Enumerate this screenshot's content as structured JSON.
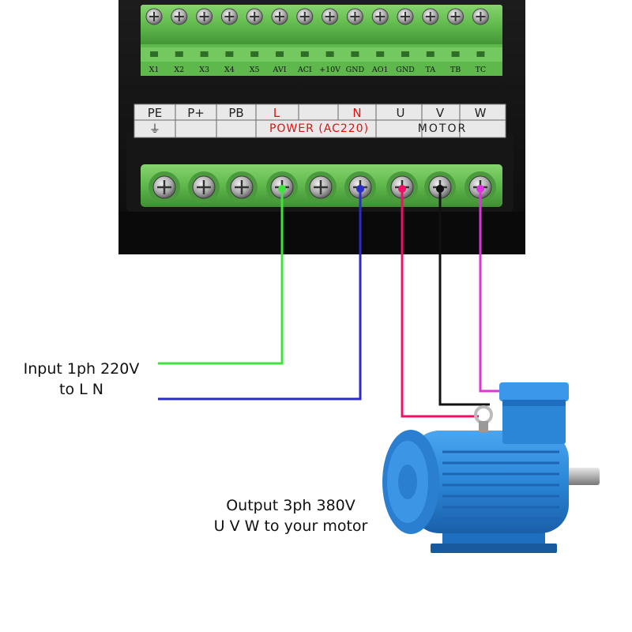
{
  "control_terminals": [
    "X1",
    "X2",
    "X3",
    "X4",
    "X5",
    "AVI",
    "ACI",
    "+10V",
    "GND",
    "AO1",
    "GND",
    "TA",
    "TB",
    "TC"
  ],
  "power_labels": [
    "PE",
    "P+",
    "PB",
    "L",
    "N",
    "U",
    "V",
    "W"
  ],
  "ground_symbol": "⏚",
  "group_labels": {
    "power": "POWER (AC220)",
    "motor": "MOTOR"
  },
  "captions": {
    "input_line1": "Input 1ph 220V",
    "input_line2": "to L N",
    "output_line1": "Output 3ph 380V",
    "output_line2": "U V W to your motor"
  },
  "colors": {
    "terminal_green": "#6fc45a",
    "housing": "#131313",
    "wire_L": "#3fe23f",
    "wire_N": "#2b2bc8",
    "wire_U": "#ee1166",
    "wire_V": "#111111",
    "wire_W": "#dd33dd",
    "motor_blue": "#2f8de0",
    "label_red": "#dd1111"
  }
}
